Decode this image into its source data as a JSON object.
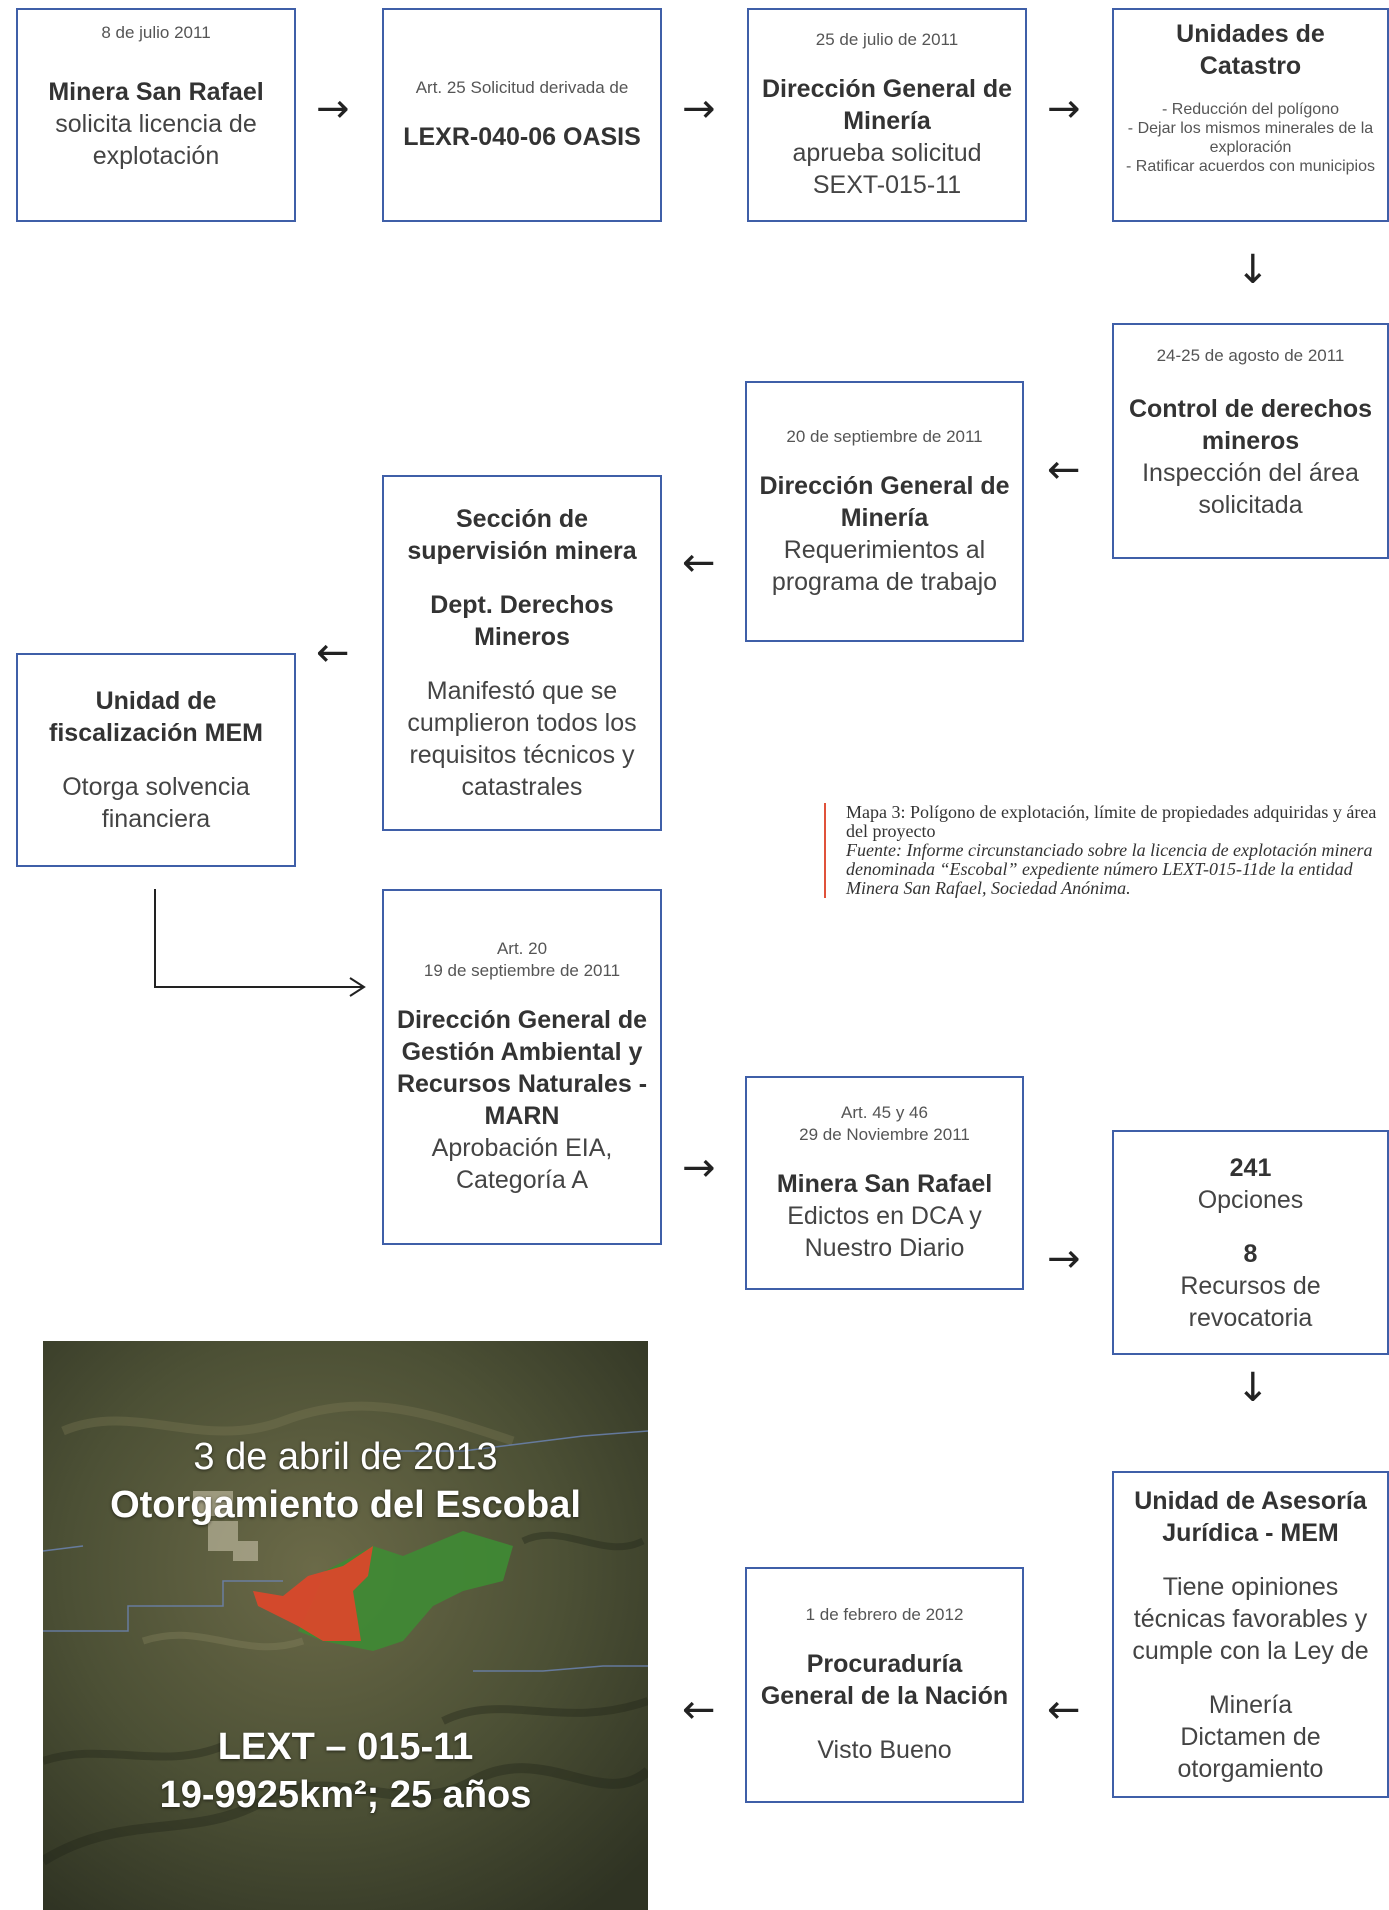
{
  "row1": {
    "b1": {
      "date": "8 de julio 2011",
      "title": "Minera San Rafael",
      "desc": "solicita licencia de explotación"
    },
    "b2": {
      "pre": "Art. 25 Solicitud derivada de",
      "title": "LEXR-040-06 OASIS"
    },
    "b3": {
      "date": "25 de julio de 2011",
      "title": "Dirección General de Minería",
      "desc": "aprueba solicitud SEXT-015-11"
    },
    "b4": {
      "title": "Unidades de Catastro",
      "items": [
        "- Reducción del polígono",
        "- Dejar los mismos minerales de la exploración",
        "- Ratificar acuerdos con municipios"
      ]
    }
  },
  "row2": {
    "b5": {
      "date": "24-25 de agosto de 2011",
      "title": "Control de derechos mineros",
      "desc": "Inspección del área solicitada"
    },
    "b6": {
      "date": "20 de septiembre de 2011",
      "title": "Dirección General de Minería",
      "desc": "Requerimientos al programa de trabajo"
    },
    "b7": {
      "title": "Sección de supervisión minera",
      "title2": "Dept. Derechos Mineros",
      "desc": "Manifestó que se cumplieron todos los requisitos técnicos y catastrales"
    },
    "b8": {
      "title": "Unidad de fiscalización MEM",
      "desc": "Otorga solvencia financiera"
    }
  },
  "row3": {
    "b9": {
      "date": "Art. 20",
      "date2": "19 de septiembre de 2011",
      "title": "Dirección General de Gestión Ambiental y Recursos Naturales - MARN",
      "desc": "Aprobación EIA, Categoría A"
    },
    "b10": {
      "date": "Art. 45 y 46",
      "date2": "29 de Noviembre 2011",
      "title": "Minera San Rafael",
      "desc": "Edictos en DCA y Nuestro Diario"
    },
    "b11": {
      "n1": "241",
      "l1": "Opciones",
      "n2": "8",
      "l2": "Recursos de revocatoria"
    }
  },
  "row4": {
    "b12": {
      "title": "Unidad de Asesoría Jurídica - MEM",
      "desc": "Tiene opiniones técnicas favorables y cumple con la Ley de",
      "desc2": "Minería",
      "desc3": "Dictamen de otorgamiento"
    },
    "b13": {
      "date": "1 de febrero de 2012",
      "title": "Procuraduría General de la Nación",
      "desc": "Visto Bueno"
    }
  },
  "caption": {
    "line1": "Mapa 3: Polígono de explotación, límite de propiedades adquiridas y área del proyecto",
    "line2": "Fuente: Informe circunstanciado sobre la licencia de explotación minera denominada “Escobal” expediente número LEXT-015-11de la entidad Minera San Rafael, Sociedad Anónima."
  },
  "map": {
    "date": "3 de abril de 2013",
    "title": "Otorgamiento del Escobal",
    "code": "LEXT – 015-11",
    "area": "19-9925km²; 25 años",
    "colors": {
      "exploitation": "#d9482b",
      "properties": "#3f8a34",
      "terrain": "#5b5a3c"
    }
  },
  "arrows": {
    "right": "→",
    "left": "←",
    "down": "↓"
  },
  "colors": {
    "box_border": "#3f5fa8",
    "caption_rule": "#e0523a"
  }
}
